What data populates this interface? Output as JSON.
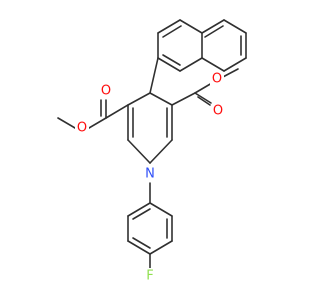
{
  "molecule": {
    "atoms": [
      {
        "id": "O1",
        "label": "O",
        "color": "#ff0d0d"
      },
      {
        "id": "O2",
        "label": "O",
        "color": "#ff0d0d"
      },
      {
        "id": "O3",
        "label": "O",
        "color": "#ff0d0d"
      },
      {
        "id": "O4",
        "label": "O",
        "color": "#ff0d0d"
      },
      {
        "id": "N1",
        "label": "N",
        "color": "#3050f8"
      },
      {
        "id": "F1",
        "label": "F",
        "color": "#90e050"
      }
    ],
    "bond_color": "#303030"
  }
}
